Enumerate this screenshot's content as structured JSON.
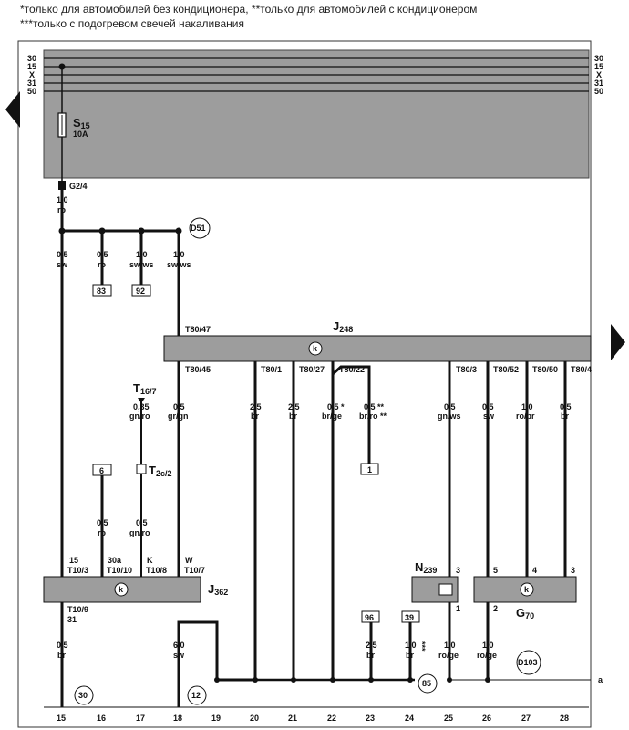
{
  "notes": {
    "line1": "*только для автомобилей без кондиционера, **только для автомобилей с кондиционером",
    "line2": "***только с подогревом свечей накаливания"
  },
  "rails": [
    "30",
    "15",
    "X",
    "31",
    "50"
  ],
  "fuse": {
    "name": "S",
    "sub": "15",
    "rating": "10A"
  },
  "fuse_exit": "G2/4",
  "top_feed": {
    "size": "1,0",
    "color": "ro"
  },
  "d51": "D51",
  "branches": [
    {
      "size": "0,5",
      "color": "sw"
    },
    {
      "size": "0,5",
      "color": "ro",
      "ref": "83"
    },
    {
      "size": "1,0",
      "color": "sw/ws",
      "ref": "92"
    },
    {
      "size": "1,0",
      "color": "sw/ws"
    }
  ],
  "j248": {
    "name": "J",
    "sub": "248",
    "symbol": "k",
    "top_pin": "T80/47",
    "pins": [
      "T80/45",
      "T80/1",
      "T80/27",
      "T80/22",
      "T80/3",
      "T80/52",
      "T80/50",
      "T80/4"
    ]
  },
  "j248_wires": [
    {
      "size": "0,5",
      "color": "gr/gn"
    },
    {
      "size": "2,5",
      "color": "br"
    },
    {
      "size": "2,5",
      "color": "br"
    },
    {
      "size": "0,5 *",
      "color": "br/ge"
    },
    {
      "size": "0,5 **",
      "color": "br/ro **"
    },
    {
      "size": "0,5",
      "color": "gn/ws"
    },
    {
      "size": "0,5",
      "color": "sw"
    },
    {
      "size": "1,0",
      "color": "ro/br"
    },
    {
      "size": "0,5",
      "color": "br"
    }
  ],
  "ref_1": "1",
  "t16": {
    "name": "T",
    "sub": "16/7",
    "size": "0,35",
    "color": "gn/ro"
  },
  "t2c": {
    "name": "T",
    "sub": "2c/2"
  },
  "ref_6": "6",
  "lower_wires": [
    {
      "size": "0,5",
      "color": "ro"
    },
    {
      "size": "0,5",
      "color": "gn/ro"
    }
  ],
  "j362": {
    "name": "J",
    "sub": "362",
    "symbol": "k",
    "pins": [
      {
        "term": "15",
        "pin": "T10/3"
      },
      {
        "term": "30a",
        "pin": "T10/10"
      },
      {
        "term": "K",
        "pin": "T10/8"
      },
      {
        "term": "W",
        "pin": "T10/7"
      }
    ],
    "out_pin": "T10/9",
    "out_term": "31"
  },
  "n239": {
    "name": "N",
    "sub": "239",
    "pin_in": "3",
    "pin_out": "1"
  },
  "g70": {
    "name": "G",
    "sub": "70",
    "symbol": "k",
    "pins": [
      "5",
      "4",
      "3"
    ],
    "pin_out": "2"
  },
  "bottom_wires": [
    {
      "size": "0,5",
      "color": "br"
    },
    {
      "size": "6,0",
      "color": "sw"
    },
    {
      "size": "2,5",
      "color": "br",
      "ref": "96"
    },
    {
      "size": "1,0",
      "color": "br",
      "ref": "39",
      "mark": "***"
    },
    {
      "size": "1,0",
      "color": "ro/ge"
    },
    {
      "size": "1,0",
      "color": "ro/ge"
    }
  ],
  "grounds": [
    "30",
    "12",
    "85",
    "D103"
  ],
  "edge_label": "a",
  "columns": [
    "15",
    "16",
    "17",
    "18",
    "19",
    "20",
    "21",
    "22",
    "23",
    "24",
    "25",
    "26",
    "27",
    "28"
  ]
}
